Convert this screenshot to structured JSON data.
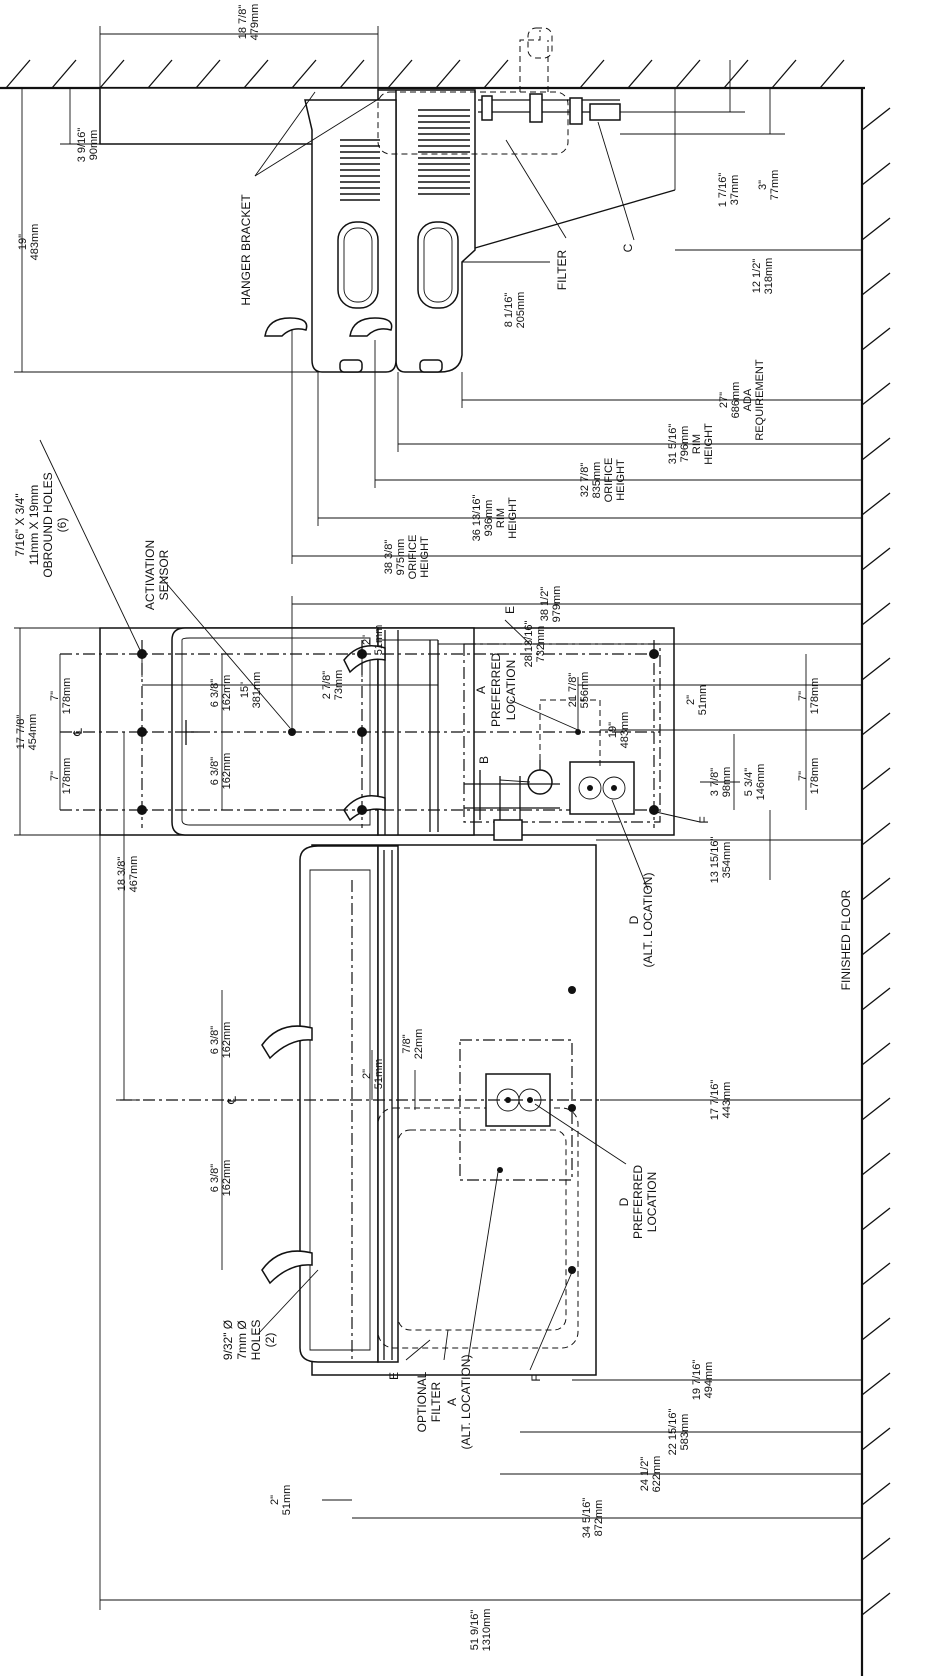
{
  "labels": {
    "finished_floor": "FINISHED FLOOR",
    "hanger_bracket": "HANGER BRACKET",
    "filter": "FILTER",
    "c": "C",
    "activation_sensor_1": "ACTIVATION",
    "activation_sensor_2": "SENSOR",
    "obround_1": "7/16\" X 3/4\"",
    "obround_2": "11mm X 19mm",
    "obround_3": "OBROUND HOLES",
    "obround_4": "(6)",
    "e_top": "E",
    "f_top": "F",
    "a_pref_1": "A",
    "a_pref_2": "PREFERRED",
    "a_pref_3": "LOCATION",
    "b": "B",
    "d_alt_1": "D",
    "d_alt_2": "(ALT. LOCATION)",
    "d_pref_1": "D",
    "d_pref_2": "PREFERRED",
    "d_pref_3": "LOCATION",
    "e_bot": "E",
    "f_bot": "F",
    "opt_filter_1": "OPTIONAL",
    "opt_filter_2": "FILTER",
    "a_alt_1": "A",
    "a_alt_2": "(ALT. LOCATION)",
    "holes_1": "9/32\" Ø",
    "holes_2": "7mm Ø",
    "holes_3": "HOLES",
    "holes_4": "(2)",
    "cl_top": "℄",
    "cl_bot": "℄"
  },
  "dims": {
    "d1": [
      "18 7/8\"",
      "479mm"
    ],
    "d2": [
      "3 9/16\"",
      "90mm"
    ],
    "d3": [
      "19\"",
      "483mm"
    ],
    "d4": [
      "1 7/16\"",
      "37mm"
    ],
    "d5": [
      "3\"",
      "77mm"
    ],
    "d6": [
      "12 1/2\"",
      "318mm"
    ],
    "d7": [
      "8 1/16\"",
      "205mm"
    ],
    "d8": [
      "27\"",
      "686mm",
      "ADA",
      "REQUIREMENT"
    ],
    "d9": [
      "31 5/16\"",
      "796mm",
      "RIM",
      "HEIGHT"
    ],
    "d10": [
      "32 7/8\"",
      "835mm",
      "ORIFICE",
      "HEIGHT"
    ],
    "d11": [
      "36 13/16\"",
      "936mm",
      "RIM",
      "HEIGHT"
    ],
    "d12": [
      "38 3/8\"",
      "975mm",
      "ORIFICE",
      "HEIGHT"
    ],
    "d13": [
      "38 1/2\"",
      "979mm"
    ],
    "d14": [
      "2\"",
      "51mm"
    ],
    "d15": [
      "2 7/8\"",
      "73mm"
    ],
    "d16": [
      "28 13/16\"",
      "732mm"
    ],
    "d17": [
      "15\"",
      "381mm"
    ],
    "d18": [
      "21 7/8\"",
      "556mm"
    ],
    "d19": [
      "19\"",
      "483mm"
    ],
    "d20": [
      "17 7/8\"",
      "454mm"
    ],
    "d21": [
      "7\"",
      "178mm"
    ],
    "d22": [
      "7\"",
      "178mm"
    ],
    "d23": [
      "6 3/8\"",
      "162mm"
    ],
    "d24": [
      "6 3/8\"",
      "162mm"
    ],
    "d25": [
      "2\"",
      "51mm"
    ],
    "d26": [
      "7\"",
      "178mm"
    ],
    "d27": [
      "3 7/8\"",
      "98mm"
    ],
    "d28": [
      "5 3/4\"",
      "146mm"
    ],
    "d29": [
      "7\"",
      "178mm"
    ],
    "d30": [
      "13 15/16\"",
      "354mm"
    ],
    "d31": [
      "18 3/8\"",
      "467mm"
    ],
    "d32": [
      "6 3/8\"",
      "162mm"
    ],
    "d33": [
      "2\"",
      "51mm"
    ],
    "d34": [
      "7/8\"",
      "22mm"
    ],
    "d35": [
      "6 3/8\"",
      "162mm"
    ],
    "d36": [
      "17 7/16\"",
      "443mm"
    ],
    "d37": [
      "19 7/16\"",
      "494mm"
    ],
    "d38": [
      "22 15/16\"",
      "583mm"
    ],
    "d39": [
      "24 1/2\"",
      "622mm"
    ],
    "d40": [
      "34 5/16\"",
      "872mm"
    ],
    "d41": [
      "2\"",
      "51mm"
    ],
    "d42": [
      "51 9/16\"",
      "1310mm"
    ]
  }
}
